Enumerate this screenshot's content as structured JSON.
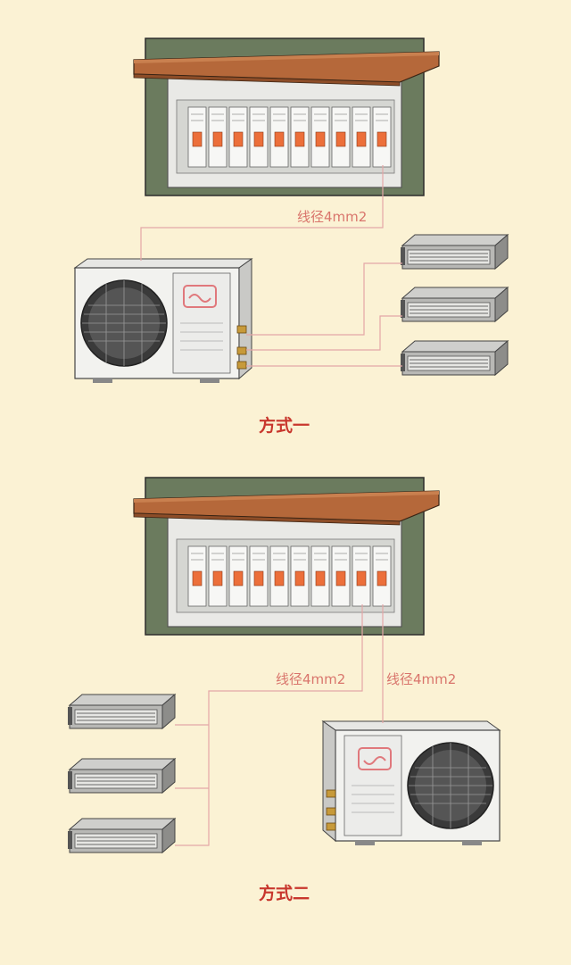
{
  "colors": {
    "background": "#fbf2d4",
    "wall": "#6b7b5e",
    "wood": "#b5683a",
    "wire": "#e4a7a6",
    "label": "#d9756c",
    "caption": "#c8372d",
    "breaker_handle": "#ec6f3a",
    "logo": "#e0787c"
  },
  "diagram_one": {
    "caption": "方式一",
    "wire_label": "线径4mm2"
  },
  "diagram_two": {
    "caption": "方式二",
    "wire_label_left": "线径4mm2",
    "wire_label_right": "线径4mm2"
  },
  "icons": {
    "panel": "breaker-panel-icon",
    "outdoor": "outdoor-ac-unit-icon",
    "indoor": "duct-indoor-unit-icon"
  }
}
